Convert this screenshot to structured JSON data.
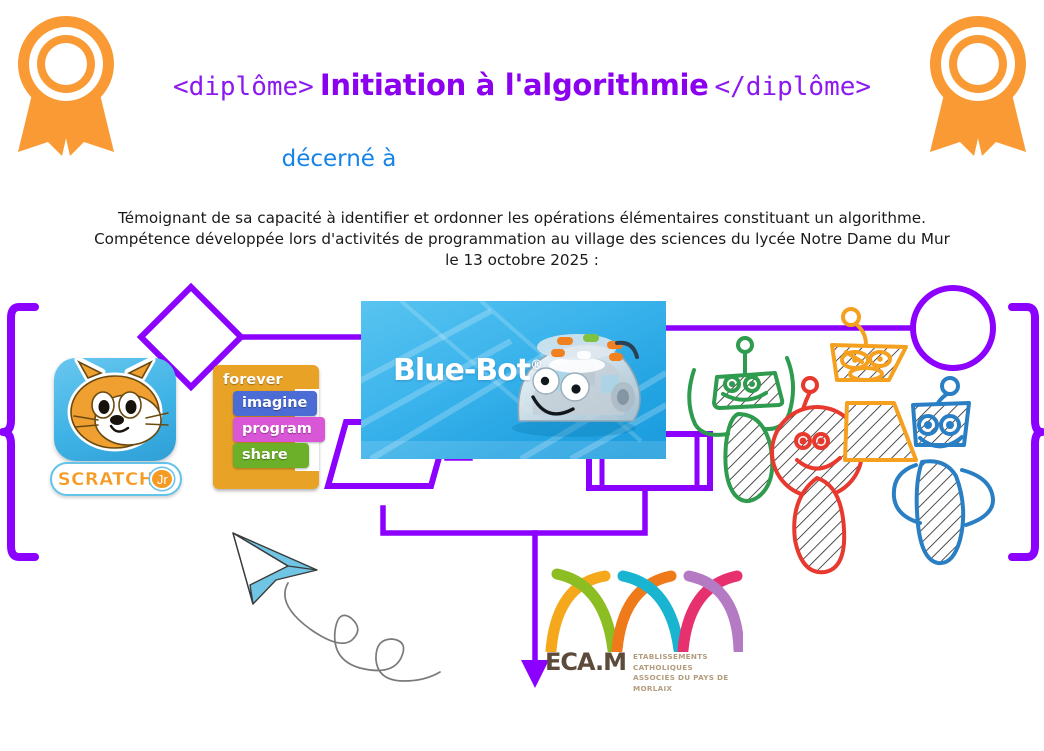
{
  "document": {
    "type": "certificate",
    "title_prefix_tag": "<diplôme>",
    "title_main": "Initiation à l'algorithmie",
    "title_suffix_tag": "</diplôme>",
    "awarded_to_label": "décerné à",
    "body_line_1": "Témoignant de sa capacité à identifier et ordonner les opérations élémentaires constituant un algorithme.",
    "body_line_2": "Compétence développée lors d'activités de programmation au village des sciences du lycée Notre Dame du Mur",
    "body_line_3": "le 13 octobre  2025 :"
  },
  "colors": {
    "title_purple": "#8C00F0",
    "tag_purple": "#8C1AEE",
    "awarded_blue": "#1683E8",
    "flow_purple": "#8C00FF",
    "ribbon_orange": "#F99A34",
    "body_text": "#1a1a1a",
    "doodle_green": "#2E9B4E",
    "doodle_red": "#E8392F",
    "doodle_orange": "#F5A01E",
    "doodle_blue": "#2A7FC4",
    "plane_blue": "#6FC5E3",
    "plane_trail": "#7A7A7A"
  },
  "decorations": {
    "ribbon_left": "award-ribbon-icon",
    "ribbon_right": "award-ribbon-icon",
    "left_brace": "curly-brace-open",
    "right_brace": "curly-brace-close",
    "paper_plane": "paper-plane-icon",
    "paper_plane_trail": "looping-trail"
  },
  "flowchart": {
    "shapes": [
      {
        "name": "decision-diamond",
        "type": "diamond"
      },
      {
        "name": "data-parallelogram",
        "type": "parallelogram"
      },
      {
        "name": "predefined-process",
        "type": "process-double-bar"
      },
      {
        "name": "connector-circle",
        "type": "circle"
      }
    ],
    "arrow": "down-arrow"
  },
  "scratchjr": {
    "name": "scratchjr-logo",
    "wordmark": "SCRATCH",
    "jr_badge": "Jr",
    "mascot": "scratch-cat-face"
  },
  "scratch_blocks": {
    "outer_label": "forever",
    "inner": [
      {
        "label": "imagine",
        "color": "#4A6CD4"
      },
      {
        "label": "program",
        "color": "#D956D6"
      },
      {
        "label": "share",
        "color": "#6CAF28"
      }
    ]
  },
  "bluebot": {
    "name": "blue-bot-banner",
    "label": "Blue-Bot",
    "registered_mark": "®",
    "robot": "bluebot-robot-illustration"
  },
  "ecam": {
    "name": "ecam-logo",
    "mark": "ECA.M",
    "subtitle_line_1": "ETABLISSEMENTS CATHOLIQUES",
    "subtitle_line_2": "ASSOCIÉS DU PAYS DE MORLAIX",
    "arch_colors": [
      "#F5A81C",
      "#8CBE23",
      "#EF7A1A",
      "#18B4D0",
      "#E6316E",
      "#B47BC4"
    ]
  },
  "doodles": [
    {
      "name": "robot-doodle-green",
      "color": "#2E9B4E",
      "head": "rounded-square",
      "body": "leaf"
    },
    {
      "name": "robot-doodle-red",
      "color": "#E8392F",
      "head": "circle",
      "body": "teardrop"
    },
    {
      "name": "robot-doodle-orange",
      "color": "#F5A01E",
      "head": "trapezoid",
      "body": "none"
    },
    {
      "name": "robot-doodle-blue",
      "color": "#2A7FC4",
      "head": "trapezoid",
      "body": "cone"
    },
    {
      "name": "shape-doodle-orange-quad",
      "color": "#F5A01E",
      "head": "quadrilateral",
      "body": "none"
    }
  ]
}
